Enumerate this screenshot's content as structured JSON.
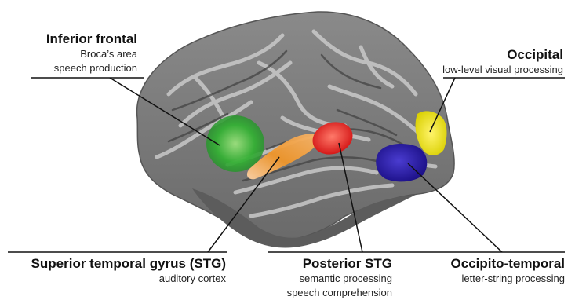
{
  "regions": [
    {
      "id": "inferior-frontal",
      "title": "Inferior frontal",
      "lines": [
        "Broca’s area",
        "speech production"
      ],
      "color": "#2fae2f"
    },
    {
      "id": "occipital",
      "title": "Occipital",
      "lines": [
        "low-level visual processing"
      ],
      "color": "#e8e000"
    },
    {
      "id": "stg",
      "title": "Superior temporal gyrus (STG)",
      "lines": [
        "auditory cortex"
      ],
      "color": "#f08a24"
    },
    {
      "id": "posterior-stg",
      "title": "Posterior STG",
      "lines": [
        "semantic processing",
        "speech comprehension"
      ],
      "color": "#e01818"
    },
    {
      "id": "occipito-temporal",
      "title": "Occipito-temporal",
      "lines": [
        "letter-string processing"
      ],
      "color": "#2a1aa8"
    }
  ]
}
